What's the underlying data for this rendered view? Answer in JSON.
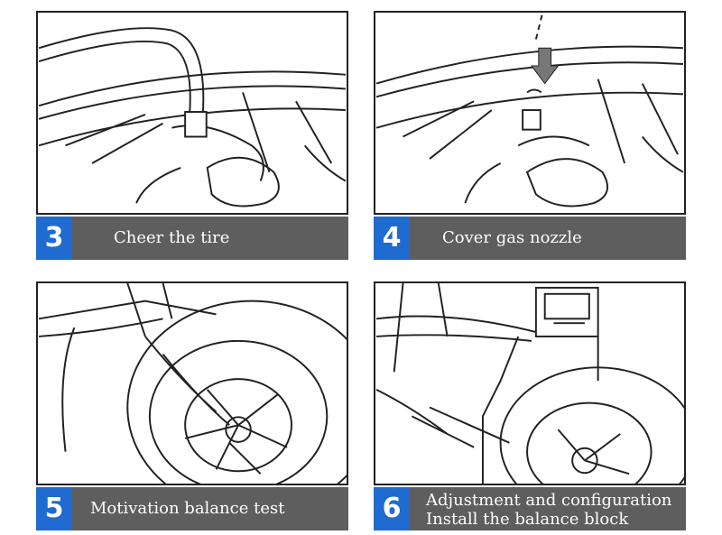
{
  "colors": {
    "number_badge": "#1f6bd0",
    "caption_bar": "#5e5e5e",
    "line_art": "#222222"
  },
  "steps": [
    {
      "number": "3",
      "label": "Cheer the tire",
      "illustration": "air-hose-on-tire-valve"
    },
    {
      "number": "4",
      "label": "Cover gas nozzle",
      "illustration": "valve-cap-on-tire"
    },
    {
      "number": "5",
      "label": "Motivation balance test",
      "illustration": "hands-mounting-wheel-on-balancer"
    },
    {
      "number": "6",
      "label_line1": "Adjustment and configuration",
      "label_line2": "Install the balance block",
      "illustration": "operator-at-balancer-console"
    }
  ]
}
